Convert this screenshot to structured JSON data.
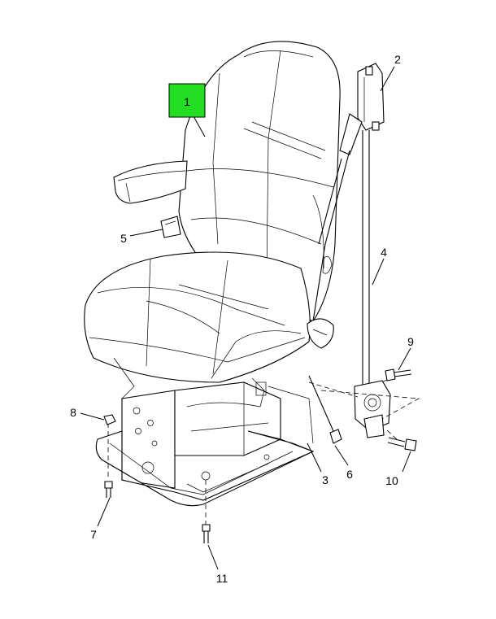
{
  "callouts": [
    {
      "id": "1",
      "label": "1",
      "highlight": true
    },
    {
      "id": "2",
      "label": "2"
    },
    {
      "id": "3",
      "label": "3"
    },
    {
      "id": "4",
      "label": "4"
    },
    {
      "id": "5",
      "label": "5"
    },
    {
      "id": "6",
      "label": "6"
    },
    {
      "id": "7",
      "label": "7"
    },
    {
      "id": "8",
      "label": "8"
    },
    {
      "id": "9",
      "label": "9"
    },
    {
      "id": "10",
      "label": "10"
    },
    {
      "id": "11",
      "label": "11"
    }
  ],
  "colors": {
    "highlight": "#22dd22",
    "line": "#000000",
    "background": "#ffffff"
  }
}
